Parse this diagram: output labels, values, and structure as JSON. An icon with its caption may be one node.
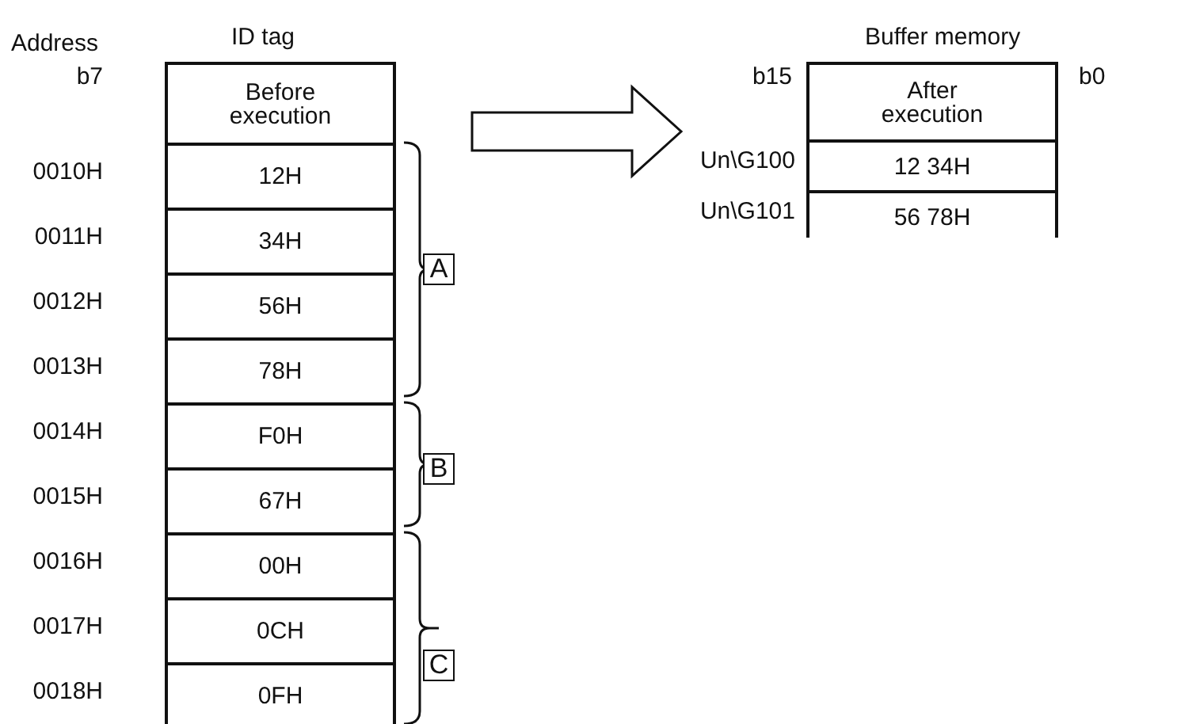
{
  "diagram": {
    "nodes": [
      {
        "text": [
          "ID tag"
        ]
      },
      {
        "text": [
          "Before execution"
        ],
        "in": 0
      },
      {
        "text": [
          "12H"
        ],
        "in": 0
      },
      {
        "text": [
          "34H"
        ],
        "in": 0
      },
      {
        "text": [
          "56H"
        ],
        "in": 0
      },
      {
        "text": [
          "78H"
        ],
        "in": 0
      },
      {
        "text": [
          "F0H"
        ],
        "in": 0
      },
      {
        "text": [
          "67H"
        ],
        "in": 0
      },
      {
        "text": [
          "00H"
        ],
        "in": 0
      },
      {
        "text": [
          "0CH"
        ],
        "in": 0
      },
      {
        "text": [
          "0FH"
        ],
        "in": 0
      },
      {
        "text": [
          "Buffer memory"
        ]
      },
      {
        "text": [
          "After execution"
        ],
        "in": 11
      },
      {
        "text": [
          "12 34H"
        ],
        "in": 11
      },
      {
        "text": [
          "56 78H"
        ],
        "in": 11
      },
      {
        "text": [
          "A"
        ]
      },
      {
        "text": [
          "B"
        ]
      },
      {
        "text": [
          "C"
        ]
      }
    ],
    "edges": [
      {
        "from": 0,
        "to": 11,
        "arrow": "to"
      }
    ],
    "labels": [
      "Address",
      "b7",
      "0010H",
      "0011H",
      "0012H",
      "0013H",
      "0014H",
      "0015H",
      "0016H",
      "0017H",
      "0018H",
      "b15",
      "b0",
      "Un\\G100",
      "Un\\G101"
    ]
  }
}
